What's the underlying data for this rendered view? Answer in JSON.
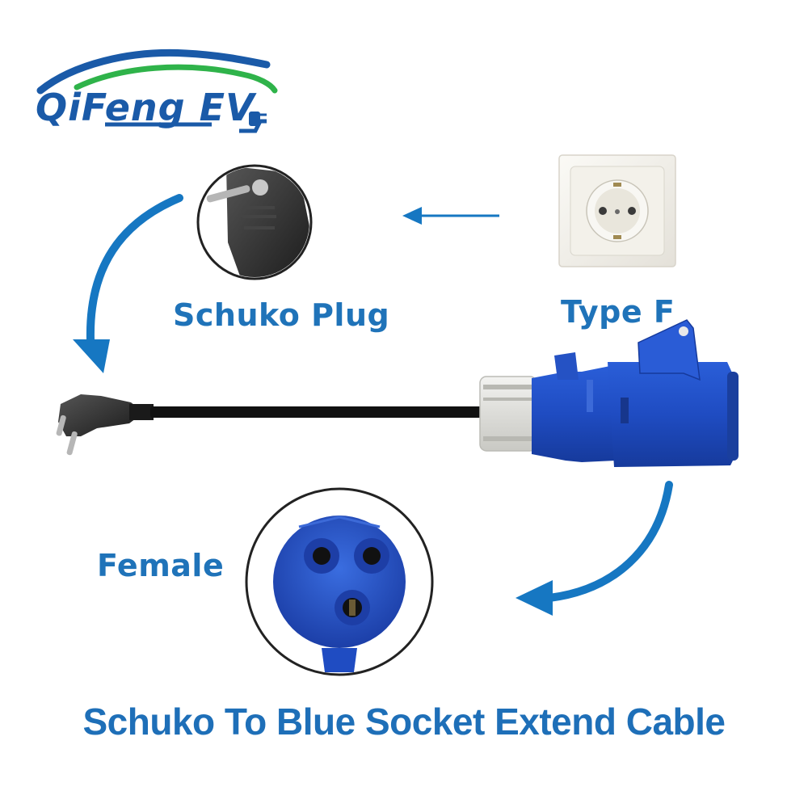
{
  "logo": {
    "text": "QiFeng EV",
    "icon": "car-swoosh-plug-logo",
    "colors": {
      "primary": "#1a5aa8",
      "accent": "#2fb34a"
    }
  },
  "labels": {
    "schuko_plug": "Schuko Plug",
    "type_f": "Type F",
    "female": "Female",
    "title": "Schuko To Blue Socket Extend Cable"
  },
  "colors": {
    "text_blue": "#1f73b9",
    "arrow_blue": "#1677c2",
    "socket_blue": "#1f52c8",
    "cable_black": "#111111"
  }
}
